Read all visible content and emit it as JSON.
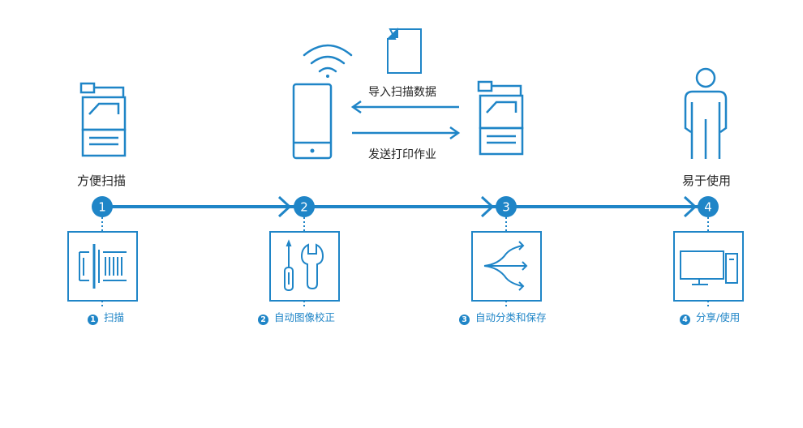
{
  "labels": {
    "scan_easy": "方便扫描",
    "easy_use": "易于使用",
    "import_scan": "导入扫描数据",
    "send_print": "发送打印作业"
  },
  "steps": [
    {
      "num": "1",
      "label": "扫描",
      "icon": "barcode-icon"
    },
    {
      "num": "2",
      "label": "自动图像校正",
      "icon": "tools-icon"
    },
    {
      "num": "3",
      "label": "自动分类和保存",
      "icon": "split-arrows-icon"
    },
    {
      "num": "4",
      "label": "分享/使用",
      "icon": "computer-icon"
    }
  ],
  "colors": {
    "accent": "#1f85c7",
    "text": "#222222"
  }
}
